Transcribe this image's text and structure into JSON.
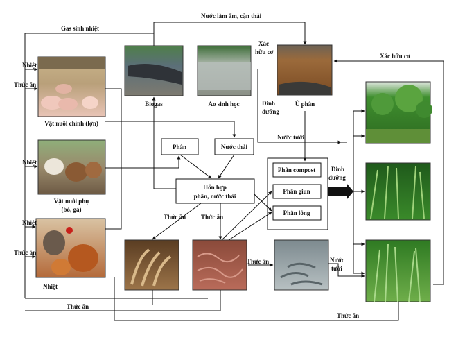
{
  "nodes": {
    "vat_nuoi_chinh": "Vật nuôi chính (lợn)",
    "vat_nuoi_phu_1": "Vật nuôi phụ",
    "vat_nuoi_phu_2": "(bò, gà)",
    "biogas": "Biogas",
    "ao_sinh_hoc": "Ao sinh học",
    "u_phan": "Ủ phân",
    "phan": "Phân",
    "nuoc_thai": "Nước thải",
    "hon_hop_1": "Hỗn hợp",
    "hon_hop_2": "phân, nước thải",
    "phan_compost": "Phân compost",
    "phan_giun": "Phân giun",
    "phan_long": "Phân lỏng"
  },
  "labels": {
    "nuoc_lam_am": "Nước làm ẩm, cặn thải",
    "gas_sinh_nhiet": "Gas sinh nhiệt",
    "xac_huu_co_top_1": "Xác",
    "xac_huu_co_top_2": "hữu cơ",
    "xac_huu_co_right": "Xác hữu cơ",
    "nhiet_1": "Nhiệt",
    "thuc_an_1": "Thức ăn",
    "nhiet_2": "Nhiệt",
    "nhiet_3": "Nhiệt",
    "thuc_an_2": "Thức ăn",
    "nhiet_4": "Nhiệt",
    "dinh_duong_1a": "Dinh",
    "dinh_duong_1b": "dưỡng",
    "nuoc_tuoi_1": "Nước tưới",
    "dinh_duong_2a": "Dinh",
    "dinh_duong_2b": "dưỡng",
    "thuc_an_3": "Thức ăn",
    "thuc_an_4": "Thức ăn",
    "thuc_an_5": "Thức ăn",
    "nuoc_tuoi_2a": "Nước",
    "nuoc_tuoi_2b": "tưới",
    "thuc_an_bottom_left": "Thức ăn",
    "thuc_an_bottom_right": "Thức ăn"
  },
  "photos": [
    "pigs-photo",
    "cattle-photo",
    "chickens-photo",
    "biogas-bag-photo",
    "pond-photo",
    "compost-pit-photo",
    "fruit-trees-photo",
    "corn-crop-photo",
    "grass-crop-photo",
    "larvae-photo",
    "earthworms-photo",
    "fish-photo"
  ]
}
